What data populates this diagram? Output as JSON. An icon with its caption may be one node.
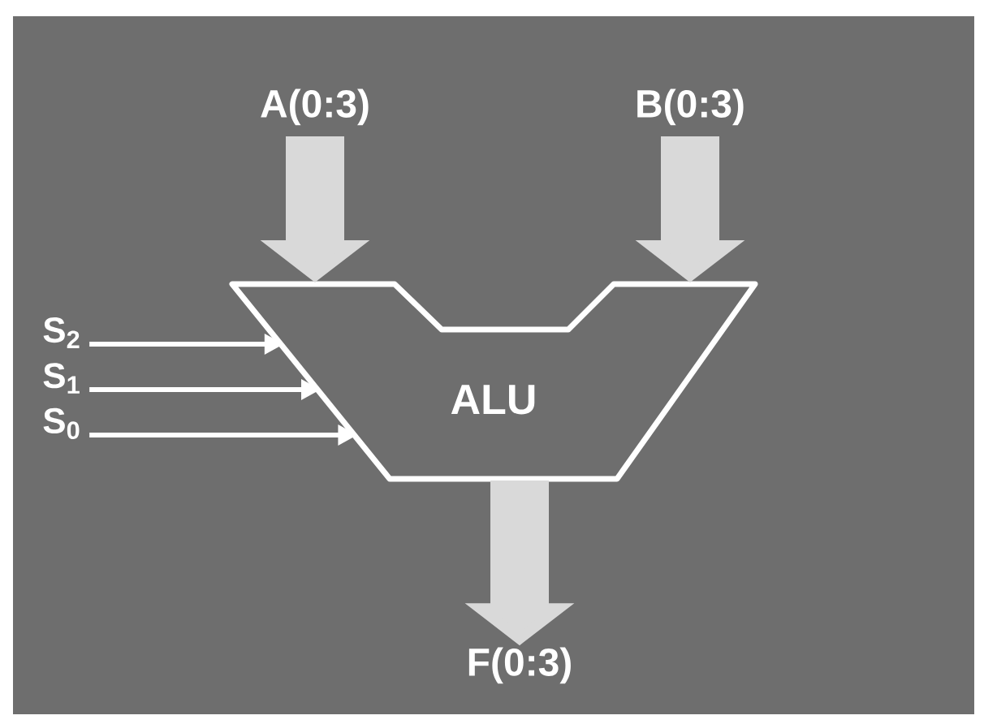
{
  "diagram": {
    "nodes": [
      {
        "text": [
          "A(0:3)"
        ]
      },
      {
        "text": [
          "B(0:3)"
        ]
      },
      {
        "text": [
          "S$_{2}$"
        ]
      },
      {
        "text": [
          "S$_{1}$"
        ]
      },
      {
        "text": [
          "S$_{0}$"
        ]
      },
      {
        "text": [
          "ALU"
        ]
      },
      {
        "text": [
          "F(0:3)"
        ]
      }
    ],
    "edges": [
      {
        "from": 0,
        "to": 5,
        "arrow": "to",
        "style": "thick",
        "color": "#d9d9d9"
      },
      {
        "from": 1,
        "to": 5,
        "arrow": "to",
        "style": "thick",
        "color": "#d9d9d9"
      },
      {
        "from": 2,
        "to": 5,
        "arrow": "to"
      },
      {
        "from": 3,
        "to": 5,
        "arrow": "to"
      },
      {
        "from": 4,
        "to": 5,
        "arrow": "to"
      },
      {
        "from": 5,
        "to": 6,
        "arrow": "to",
        "style": "thick",
        "color": "#d9d9d9"
      }
    ]
  }
}
